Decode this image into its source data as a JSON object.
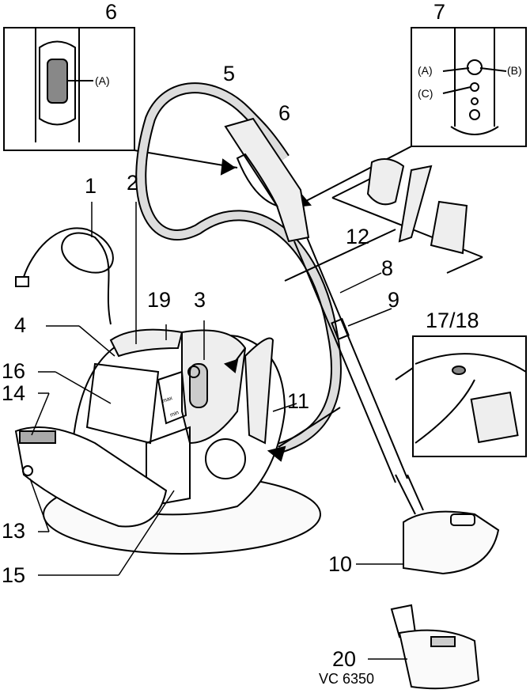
{
  "diagram": {
    "labels": {
      "inset_left": "6",
      "inset_right": "7",
      "inset_left_a": "(A)",
      "inset_right_a": "(A)",
      "inset_right_b": "(B)",
      "inset_right_c": "(C)",
      "hose": "5",
      "handle": "6",
      "cord": "1",
      "l2": "2",
      "nozzles": "12",
      "tube": "8",
      "l19": "19",
      "l3": "3",
      "l4": "4",
      "l9": "9",
      "filter": "17/18",
      "l16": "16",
      "l14": "14",
      "l11": "11",
      "l13": "13",
      "l15": "15",
      "floor_nozzle": "10",
      "turbo_nozzle": "20",
      "model": "VC 6350",
      "power_max": "max",
      "power_min": "min"
    }
  }
}
